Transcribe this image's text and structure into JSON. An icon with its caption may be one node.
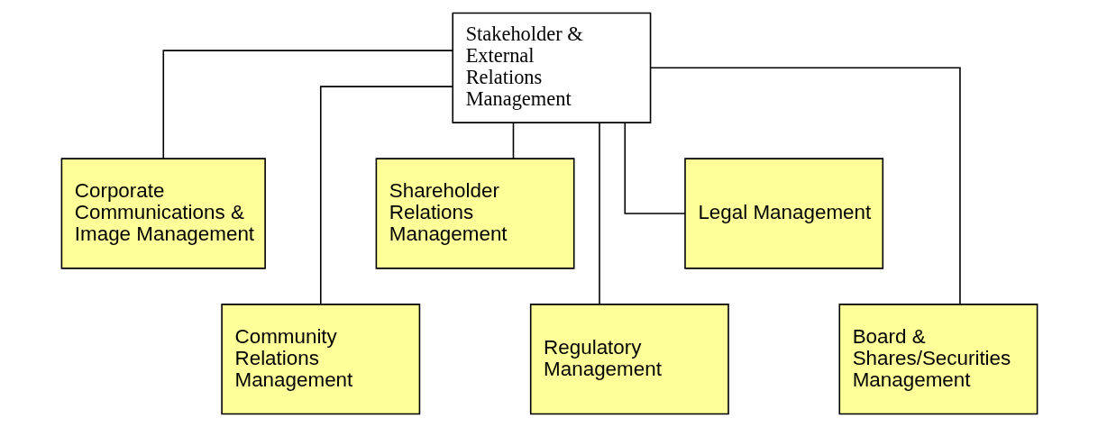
{
  "diagram": {
    "nodes": [
      {
        "text": [
          "Stakeholder & External Relations Management"
        ]
      },
      {
        "text": [
          "Corporate Communications & Image Management"
        ]
      },
      {
        "text": [
          "Community Relations Management"
        ]
      },
      {
        "text": [
          "Shareholder Relations Management"
        ]
      },
      {
        "text": [
          "Regulatory Management"
        ]
      },
      {
        "text": [
          "Legal Management"
        ]
      },
      {
        "text": [
          "Board & Shares/Securities Management"
        ]
      }
    ],
    "edges": [
      {
        "from": 0,
        "to": 1,
        "arrow": "none"
      },
      {
        "from": 0,
        "to": 2,
        "arrow": "none"
      },
      {
        "from": 0,
        "to": 3,
        "arrow": "none"
      },
      {
        "from": 0,
        "to": 4,
        "arrow": "none"
      },
      {
        "from": 0,
        "to": 5,
        "arrow": "none"
      },
      {
        "from": 0,
        "to": 6,
        "arrow": "none"
      }
    ]
  }
}
